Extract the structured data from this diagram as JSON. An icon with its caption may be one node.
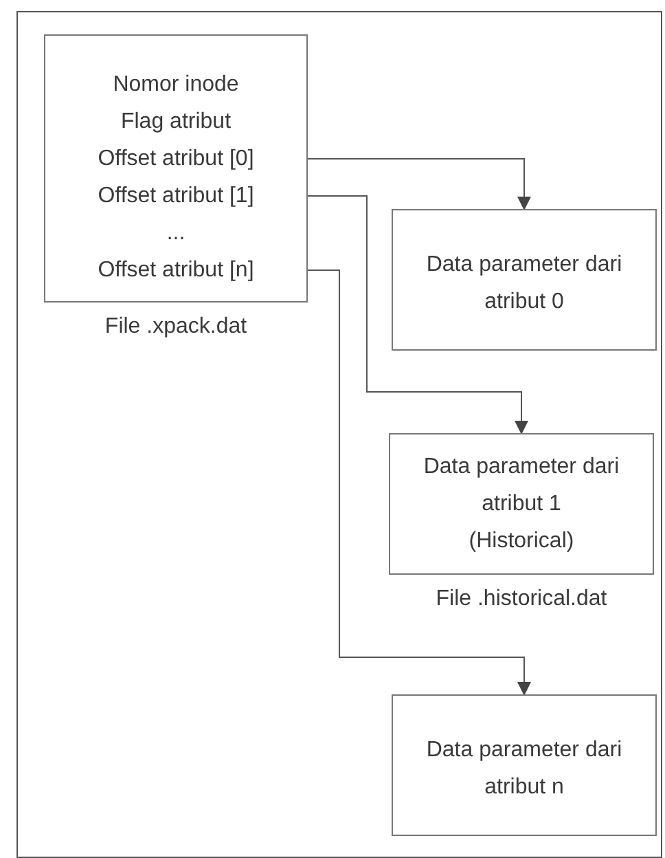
{
  "diagram": {
    "nodes": [
      {
        "text": [
          "Nomor inode",
          "Flag atribut",
          "Offset atribut [0]",
          "Offset atribut [1]",
          "...",
          "Offset atribut [n]"
        ],
        "beside": [
          "File .xpack.dat"
        ]
      },
      {
        "text": [
          "Data parameter dari atribut 0"
        ]
      },
      {
        "text": [
          "Data parameter dari atribut 1",
          "(Historical)"
        ],
        "beside": [
          "File .historical.dat"
        ]
      },
      {
        "text": [
          "Data parameter dari atribut n"
        ]
      }
    ],
    "edges": [
      {
        "from": 0,
        "to": 1,
        "arrow": "to"
      },
      {
        "from": 0,
        "to": 2,
        "arrow": "to"
      },
      {
        "from": 0,
        "to": 3,
        "arrow": "to"
      }
    ]
  }
}
